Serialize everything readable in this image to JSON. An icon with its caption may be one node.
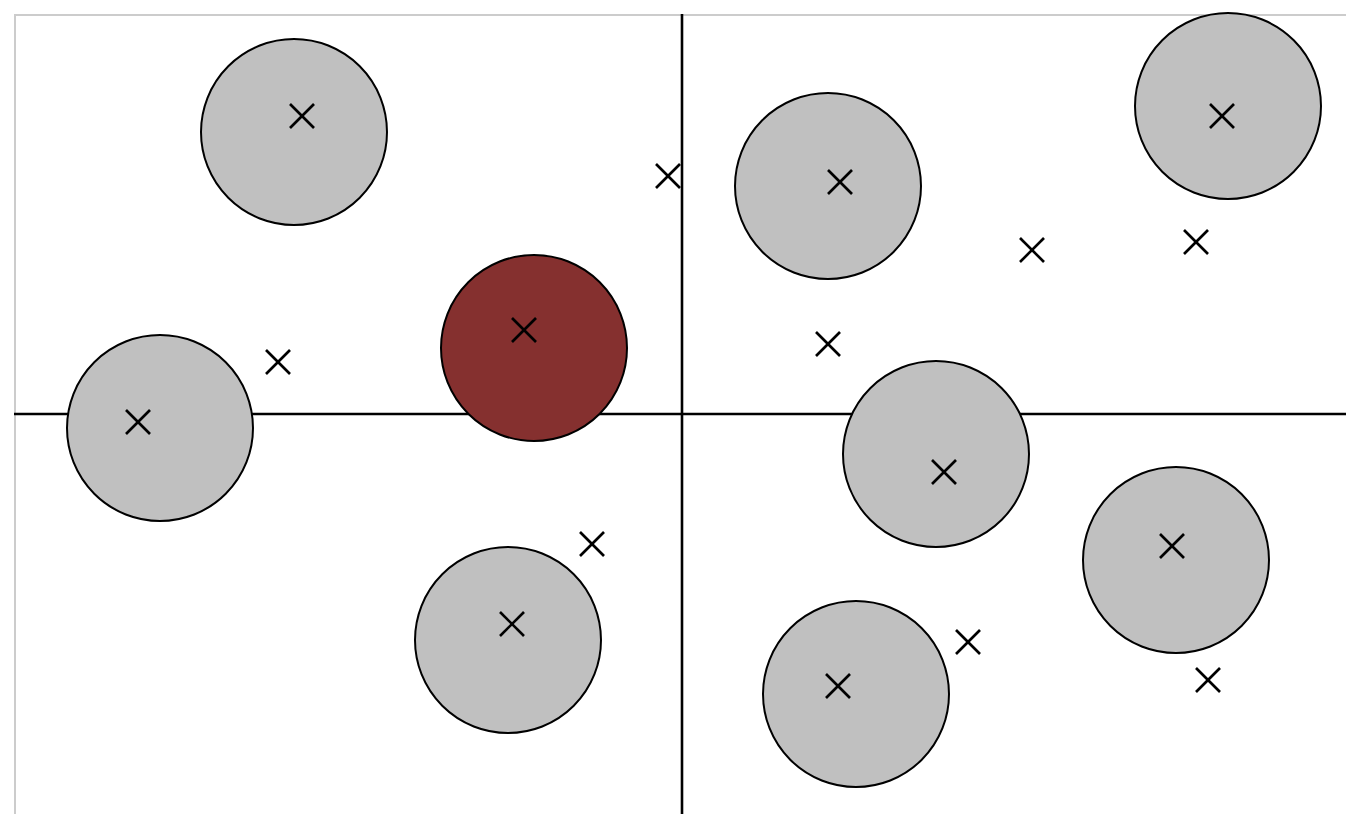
{
  "diagram": {
    "nodes": [
      {
        "text": [],
        "shape": "circle"
      },
      {
        "text": [],
        "shape": "circle"
      },
      {
        "text": [],
        "shape": "circle"
      },
      {
        "text": [],
        "shape": "circle"
      },
      {
        "text": [],
        "shape": "circle"
      },
      {
        "text": [],
        "shape": "circle"
      },
      {
        "text": [],
        "shape": "circle"
      },
      {
        "text": [],
        "shape": "circle"
      },
      {
        "text": [],
        "shape": "circle"
      }
    ]
  }
}
